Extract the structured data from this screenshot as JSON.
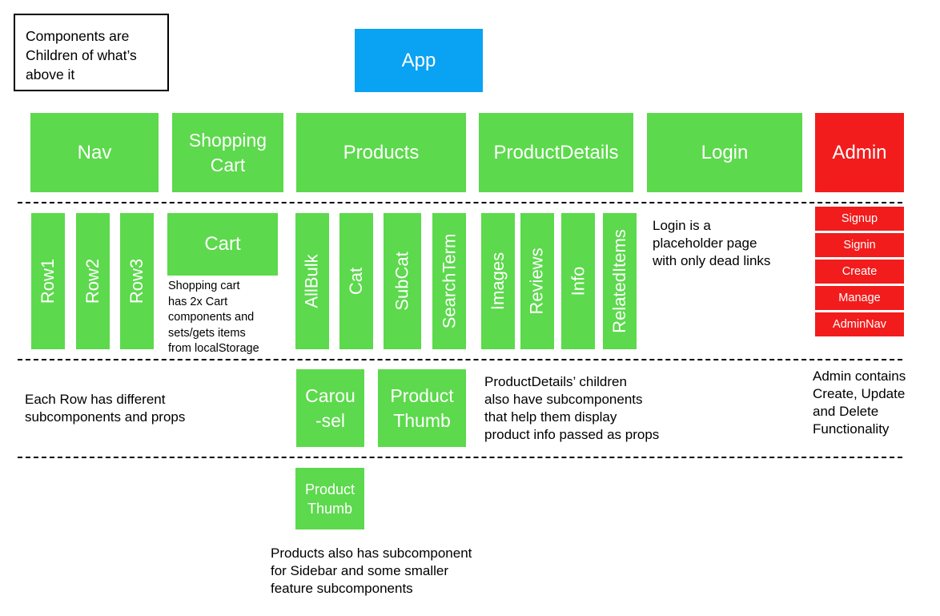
{
  "legend": "Components are\nChildren of what’s\nabove it",
  "root": "App",
  "level1": {
    "nav": "Nav",
    "shopping_cart": "Shopping\nCart",
    "products": "Products",
    "product_details": "ProductDetails",
    "login": "Login",
    "admin": "Admin"
  },
  "level2": {
    "nav_children": [
      "Row1",
      "Row2",
      "Row3"
    ],
    "cart": "Cart",
    "products_children": [
      "AllBulk",
      "Cat",
      "SubCat",
      "SearchTerm"
    ],
    "product_details_children": [
      "Images",
      "Reviews",
      "Info",
      "RelatedItems"
    ],
    "admin_children": [
      "Signup",
      "Signin",
      "Create",
      "Manage",
      "AdminNav"
    ]
  },
  "level3": {
    "carousel": "Carou\n-sel",
    "product_thumb": "Product\nThumb"
  },
  "level4": {
    "product_thumb": "Product\nThumb"
  },
  "notes": {
    "shopping_cart": "Shopping cart\nhas 2x Cart\ncomponents and\nsets/gets items\nfrom localStorage",
    "login": "Login is a\nplaceholder page\nwith only dead links",
    "rows": "Each Row has different\nsubcomponents and props",
    "product_details": "ProductDetails’ children\nalso have subcomponents\nthat help them display\nproduct info passed as props",
    "admin": "Admin contains\nCreate, Update\nand Delete\nFunctionality",
    "products": "Products also has subcomponent\nfor Sidebar and some smaller\nfeature subcomponents"
  },
  "colors": {
    "green": "#5cd94c",
    "red": "#f21c1c",
    "blue": "#0aa2f3"
  }
}
